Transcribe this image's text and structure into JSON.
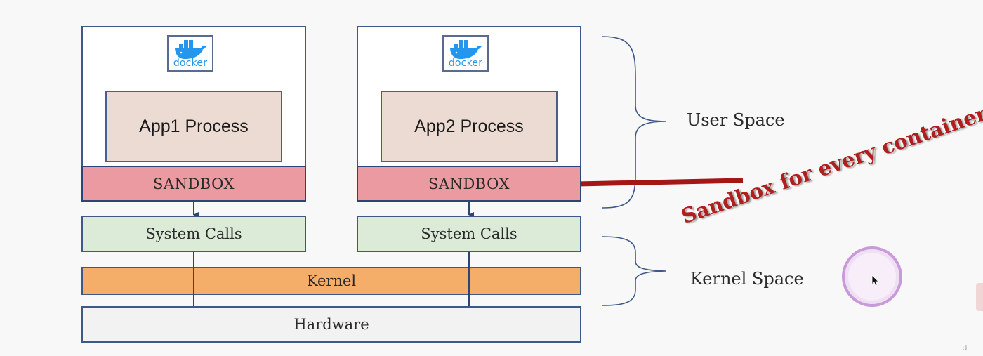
{
  "containers": [
    {
      "logo_text": "docker",
      "app_label": "App1 Process",
      "sandbox_label": "SANDBOX",
      "syscalls_label": "System Calls"
    },
    {
      "logo_text": "docker",
      "app_label": "App2 Process",
      "sandbox_label": "SANDBOX",
      "syscalls_label": "System Calls"
    }
  ],
  "kernel_label": "Kernel",
  "hardware_label": "Hardware",
  "user_space_label": "User Space",
  "kernel_space_label": "Kernel Space",
  "annotation": "Sandbox for every container",
  "watermark_text": "u",
  "colors": {
    "sandbox": "#ea9aa0",
    "app": "#ecdbd2",
    "syscalls": "#dcebd8",
    "kernel": "#f4ae69",
    "hardware": "#f2f2f2",
    "annotation": "#b01e1e",
    "docker_blue": "#2496ed",
    "border": "#3e5887"
  },
  "icons": [
    "docker-whale-icon",
    "docker-whale-icon",
    "mouse-cursor-icon"
  ]
}
